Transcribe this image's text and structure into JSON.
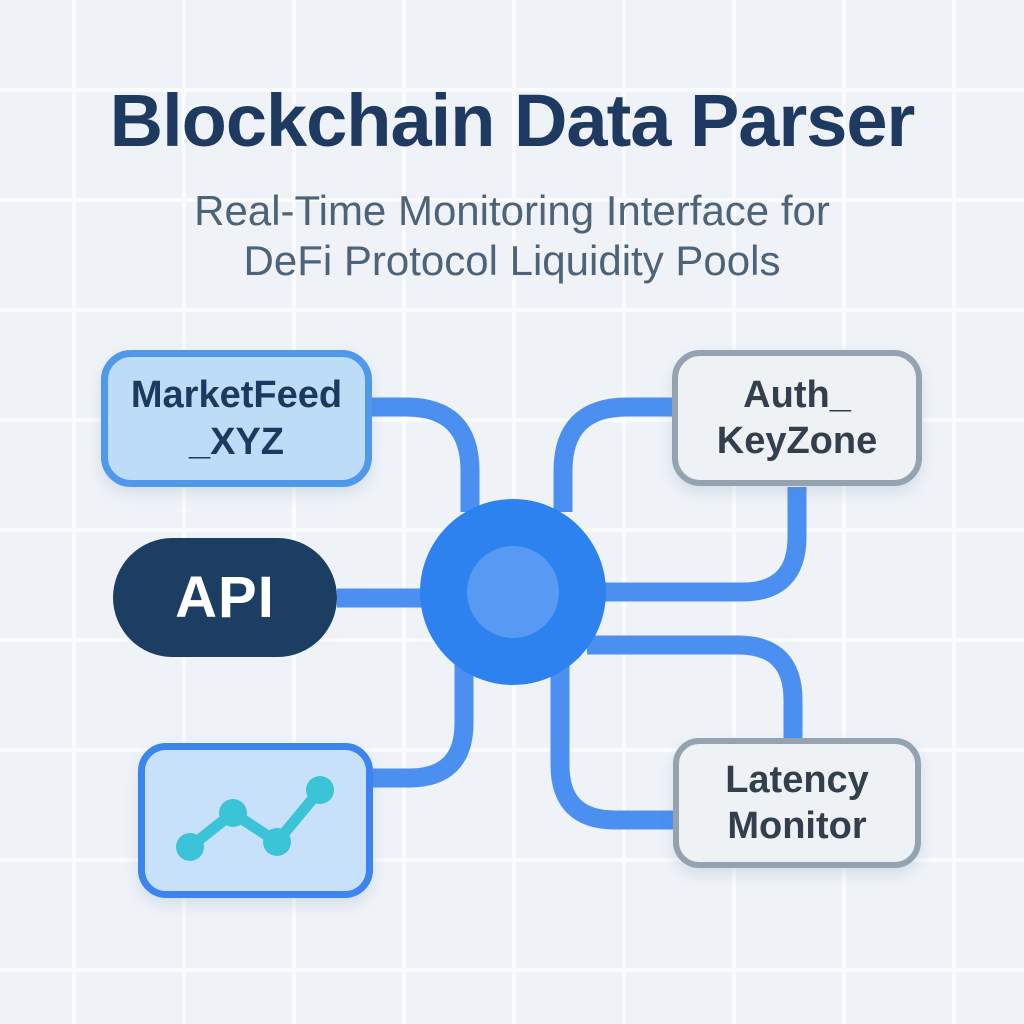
{
  "header": {
    "title": "Blockchain Data Parser",
    "subtitle_line1": "Real-Time Monitoring Interface for",
    "subtitle_line2": "DeFi Protocol Liquidity Pools"
  },
  "nodes": {
    "marketfeed": {
      "line1": "MarketFeed",
      "line2": "_XYZ"
    },
    "auth": {
      "line1": "Auth_",
      "line2": "KeyZone"
    },
    "api": {
      "label": "API"
    },
    "latency": {
      "line1": "Latency",
      "line2": "Monitor"
    },
    "chart": {
      "icon": "line-chart-icon"
    }
  },
  "hub": {
    "name": "central-hub"
  },
  "colors": {
    "background": "#eff3f8",
    "grid_line": "#f9fbfd",
    "title_text": "#1f3a60",
    "subtitle_text": "#4d6377",
    "connector_blue": "#4b90f1",
    "hub_outer": "#2e82ef",
    "hub_inner": "#579af3",
    "blue_box_fill": "#bcdcf8",
    "blue_box_border": "#4f98ea",
    "chart_box_fill": "#c8e1fa",
    "chart_box_border": "#3d85ee",
    "gray_box_fill": "#eff2f5",
    "gray_box_border": "#95a3b1",
    "api_pill_fill": "#1d3e63",
    "api_pill_text": "#ffffff",
    "node_text_navy": "#1c3a60",
    "node_text_slate": "#333f4d",
    "chart_icon_teal": "#3bc3d8"
  }
}
